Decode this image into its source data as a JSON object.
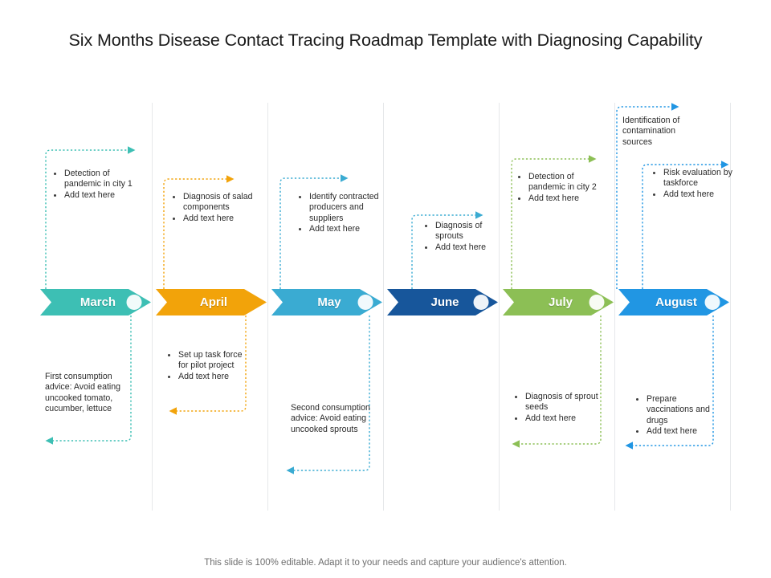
{
  "slide": {
    "title": "Six Months Disease Contact Tracing Roadmap Template with Diagnosing Capability",
    "footer": "This slide is 100% editable. Adapt it to your needs and capture your audience's attention."
  },
  "palette": {
    "march": "#3dbfb4",
    "april": "#f2a30a",
    "may": "#3aabd2",
    "june": "#17569b",
    "july": "#8cbf55",
    "august": "#2196e3",
    "separator": "#e6e8ea",
    "text": "#2b2b2b",
    "title": "#1a1a1a",
    "footer": "#6e6e6e"
  },
  "timeline": {
    "months": [
      {
        "label": "March",
        "color": "#3dbfb4",
        "has_marker": true
      },
      {
        "label": "April",
        "color": "#f2a30a",
        "has_marker": false
      },
      {
        "label": "May",
        "color": "#3aabd2",
        "has_marker": true
      },
      {
        "label": "June",
        "color": "#17569b",
        "has_marker": true
      },
      {
        "label": "July",
        "color": "#8cbf55",
        "has_marker": true
      },
      {
        "label": "August",
        "color": "#2196e3",
        "has_marker": true
      }
    ]
  },
  "callouts": [
    {
      "id": "march-above",
      "month": "March",
      "position": "above",
      "color": "#3dbfb4",
      "bulleted": true,
      "items": [
        "Detection of pandemic in city 1",
        "Add text here"
      ]
    },
    {
      "id": "march-below",
      "month": "March",
      "position": "below",
      "color": "#3dbfb4",
      "bulleted": false,
      "items": [
        "First consumption advice: Avoid eating uncooked tomato,  cucumber, lettuce"
      ]
    },
    {
      "id": "april-above",
      "month": "April",
      "position": "above",
      "color": "#f2a30a",
      "bulleted": true,
      "items": [
        "Diagnosis of salad components",
        "Add text here"
      ]
    },
    {
      "id": "april-below",
      "month": "April",
      "position": "below",
      "color": "#f2a30a",
      "bulleted": true,
      "items": [
        "Set up task force for pilot project",
        "Add text here"
      ]
    },
    {
      "id": "may-above",
      "month": "May",
      "position": "above",
      "color": "#3aabd2",
      "bulleted": true,
      "items": [
        "Identify contracted producers and suppliers",
        "Add text here"
      ]
    },
    {
      "id": "may-below",
      "month": "May",
      "position": "below",
      "color": "#3aabd2",
      "bulleted": false,
      "items": [
        "Second consumption advice: Avoid eating uncooked sprouts"
      ]
    },
    {
      "id": "june-above",
      "month": "June",
      "position": "above",
      "color": "#3aabd2",
      "bulleted": true,
      "items": [
        "Diagnosis of sprouts",
        "Add text here"
      ]
    },
    {
      "id": "july-above",
      "month": "July",
      "position": "above",
      "color": "#8cbf55",
      "bulleted": true,
      "items": [
        "Detection of pandemic in city 2",
        "Add text here"
      ]
    },
    {
      "id": "july-below",
      "month": "July",
      "position": "below",
      "color": "#8cbf55",
      "bulleted": true,
      "items": [
        "Diagnosis of sprout seeds",
        "Add text here"
      ]
    },
    {
      "id": "august-above-top",
      "month": "August",
      "position": "above",
      "color": "#2196e3",
      "bulleted": false,
      "items": [
        "Identification of contamination sources"
      ]
    },
    {
      "id": "august-above-second",
      "month": "August",
      "position": "above",
      "color": "#2196e3",
      "bulleted": true,
      "items": [
        "Risk evaluation by taskforce",
        "Add text here"
      ]
    },
    {
      "id": "august-below",
      "month": "August",
      "position": "below",
      "color": "#2196e3",
      "bulleted": true,
      "items": [
        "Prepare vaccinations and drugs",
        "Add text here"
      ]
    }
  ]
}
